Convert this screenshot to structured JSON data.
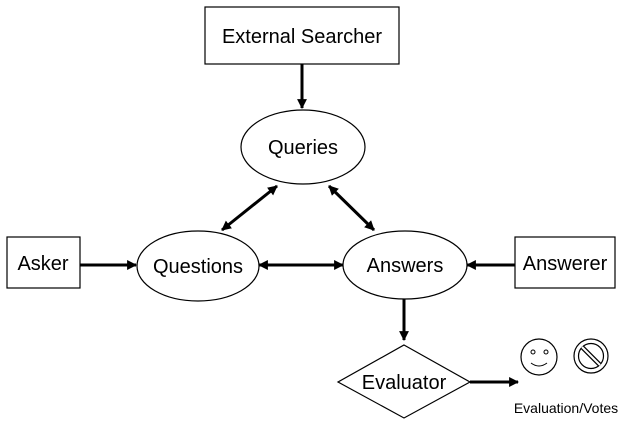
{
  "nodes": {
    "external_searcher": "External Searcher",
    "queries": "Queries",
    "asker": "Asker",
    "questions": "Questions",
    "answers": "Answers",
    "answerer": "Answerer",
    "evaluator": "Evaluator",
    "evaluation_votes": "Evaluation/Votes"
  },
  "icons": {
    "positive": "smiley-face-icon",
    "negative": "prohibited-sign-icon"
  },
  "edges": [
    {
      "from": "External Searcher",
      "to": "Queries",
      "direction": "forward"
    },
    {
      "from": "Queries",
      "to": "Questions",
      "direction": "both"
    },
    {
      "from": "Queries",
      "to": "Answers",
      "direction": "both"
    },
    {
      "from": "Asker",
      "to": "Questions",
      "direction": "forward"
    },
    {
      "from": "Questions",
      "to": "Answers",
      "direction": "both"
    },
    {
      "from": "Answerer",
      "to": "Answers",
      "direction": "forward"
    },
    {
      "from": "Answers",
      "to": "Evaluator",
      "direction": "forward"
    },
    {
      "from": "Evaluator",
      "to": "Evaluation/Votes",
      "direction": "forward"
    }
  ]
}
